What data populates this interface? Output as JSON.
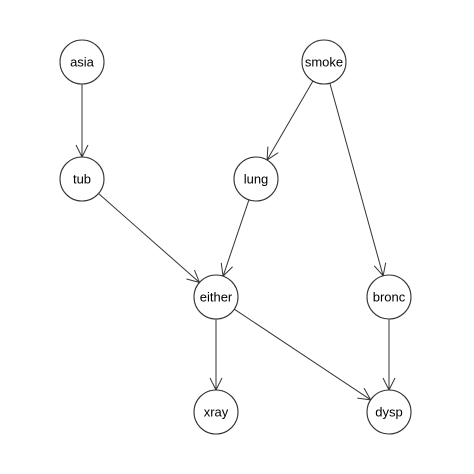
{
  "diagram": {
    "nodes": [
      {
        "id": "asia",
        "label": "asia"
      },
      {
        "id": "smoke",
        "label": "smoke"
      },
      {
        "id": "tub",
        "label": "tub"
      },
      {
        "id": "lung",
        "label": "lung"
      },
      {
        "id": "either",
        "label": "either"
      },
      {
        "id": "bronc",
        "label": "bronc"
      },
      {
        "id": "xray",
        "label": "xray"
      },
      {
        "id": "dysp",
        "label": "dysp"
      }
    ],
    "edges": [
      {
        "from": "asia",
        "to": "tub"
      },
      {
        "from": "smoke",
        "to": "lung"
      },
      {
        "from": "smoke",
        "to": "bronc"
      },
      {
        "from": "tub",
        "to": "either"
      },
      {
        "from": "lung",
        "to": "either"
      },
      {
        "from": "either",
        "to": "xray"
      },
      {
        "from": "either",
        "to": "dysp"
      },
      {
        "from": "bronc",
        "to": "dysp"
      }
    ]
  }
}
